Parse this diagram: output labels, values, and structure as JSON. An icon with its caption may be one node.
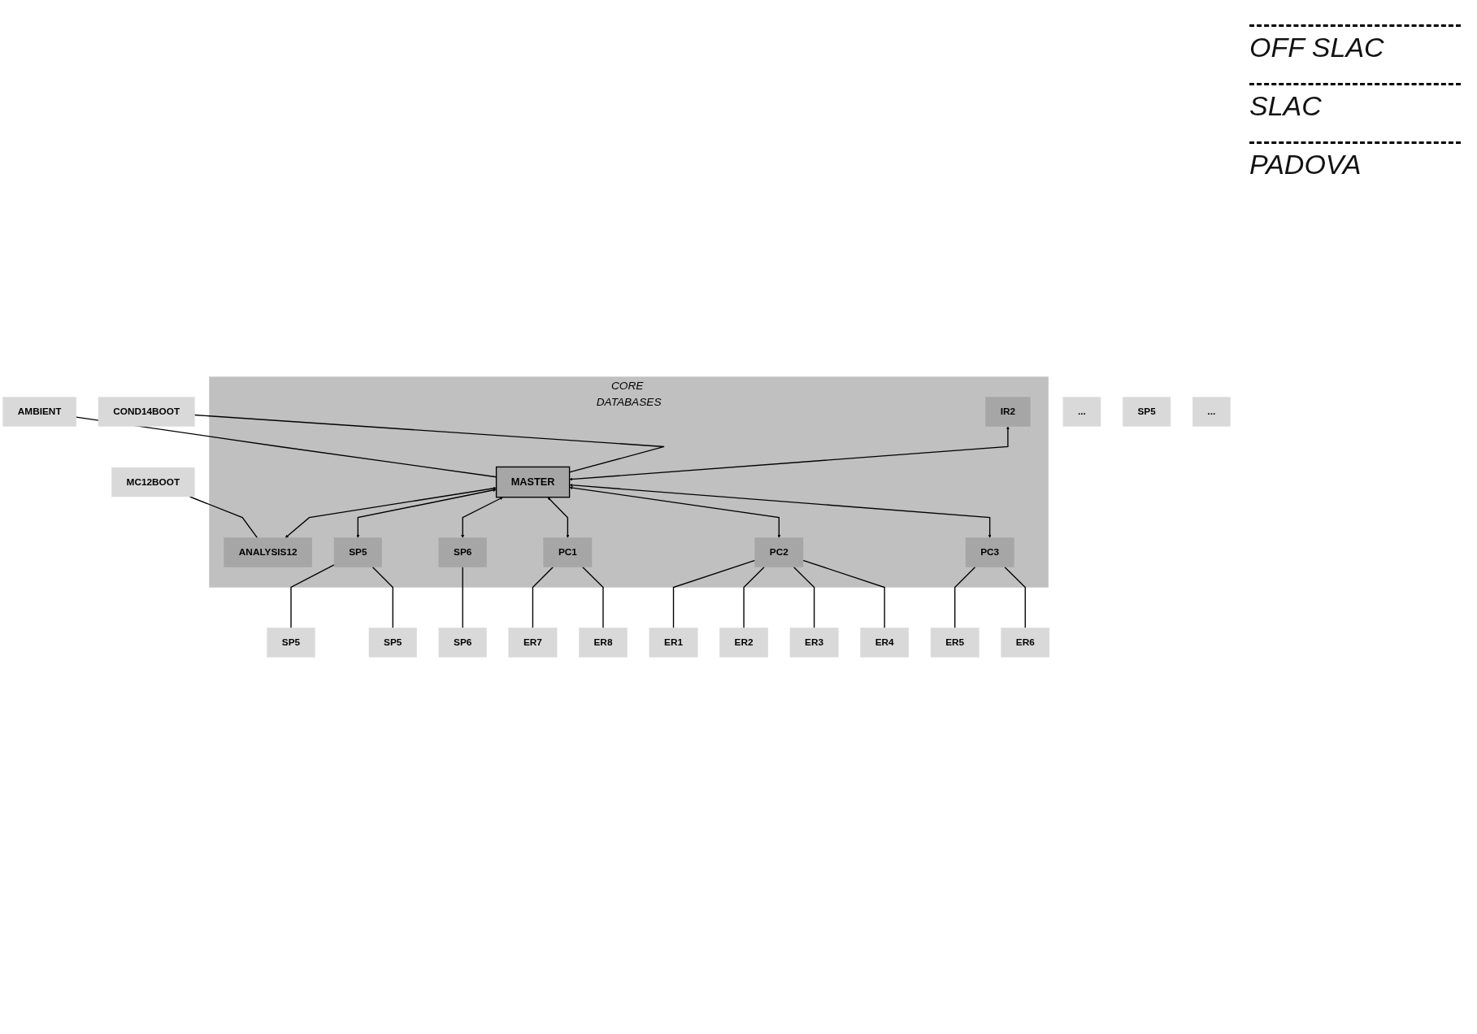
{
  "diagram": {
    "nodes": [
      {
        "text": [
          "AMBIENT"
        ]
      },
      {
        "text": [
          "COND14BOOT"
        ]
      },
      {
        "text": [
          "MC12BOOT"
        ]
      },
      {
        "text": [
          "CORE DATABASES"
        ]
      },
      {
        "text": [
          "ANALYSIS12"
        ],
        "in": 3
      },
      {
        "text": [
          "IR2"
        ],
        "in": 3
      },
      {
        "text": [
          "MASTER"
        ],
        "in": 3
      },
      {
        "text": [
          "SP5"
        ],
        "in": 3
      },
      {
        "text": [
          "PC1"
        ],
        "in": 3
      },
      {
        "text": [
          "PC2"
        ],
        "in": 3
      },
      {
        "text": [
          "PC3"
        ],
        "in": 3
      },
      {
        "text": [
          "SP6"
        ],
        "in": 3
      },
      {
        "text": [
          "SP5"
        ]
      },
      {
        "text": [
          "..."
        ]
      },
      {
        "text": [
          "SP5"
        ]
      },
      {
        "text": [
          "SP5"
        ]
      },
      {
        "text": [
          "SP6"
        ]
      },
      {
        "text": [
          "..."
        ]
      },
      {
        "text": [
          "ER7"
        ]
      },
      {
        "text": [
          "ER8"
        ]
      },
      {
        "text": [
          "ER5"
        ]
      },
      {
        "text": [
          "ER6"
        ]
      },
      {
        "text": [
          "ER1"
        ]
      },
      {
        "text": [
          "ER2"
        ]
      },
      {
        "text": [
          "ER3"
        ]
      },
      {
        "text": [
          "ER4"
        ]
      }
    ],
    "edges": [
      {
        "from": 0,
        "to": 6,
        "arrow": "none"
      },
      {
        "from": 1,
        "to": 6,
        "arrow": "none"
      },
      {
        "from": 2,
        "to": 4,
        "arrow": "none"
      },
      {
        "from": 6,
        "to": 4,
        "arrow": "both"
      },
      {
        "from": 5,
        "to": 6,
        "arrow": "both"
      },
      {
        "from": 6,
        "to": 7,
        "arrow": "both"
      },
      {
        "from": 6,
        "to": 11,
        "arrow": "both"
      },
      {
        "from": 6,
        "to": 8,
        "arrow": "both"
      },
      {
        "from": 6,
        "to": 9,
        "arrow": "both"
      },
      {
        "from": 6,
        "to": 10,
        "arrow": "both"
      },
      {
        "from": 7,
        "to": 12,
        "arrow": "none"
      },
      {
        "from": 7,
        "to": 15,
        "arrow": "none"
      },
      {
        "from": 11,
        "to": 16,
        "arrow": "none"
      },
      {
        "from": 8,
        "to": 18,
        "arrow": "none"
      },
      {
        "from": 8,
        "to": 19,
        "arrow": "none"
      },
      {
        "from": 10,
        "to": 20,
        "arrow": "none"
      },
      {
        "from": 10,
        "to": 21,
        "arrow": "none"
      },
      {
        "from": 9,
        "to": 22,
        "arrow": "none"
      },
      {
        "from": 9,
        "to": 23,
        "arrow": "none"
      },
      {
        "from": 9,
        "to": 24,
        "arrow": "none"
      },
      {
        "from": 9,
        "to": 25,
        "arrow": "none"
      }
    ],
    "labels": [
      "OFF SLAC",
      "SLAC",
      "PADOVA"
    ]
  }
}
